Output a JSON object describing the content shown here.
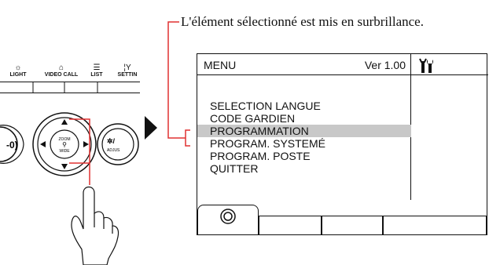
{
  "annotation": {
    "text": "L'élément sélectionné est mis en surbrillance."
  },
  "device": {
    "function_keys": [
      {
        "label": "LIGHT",
        "icon": "light-icon"
      },
      {
        "label": "VIDEO CALL",
        "icon": "video-call-icon"
      },
      {
        "label": "LIST",
        "icon": "list-icon"
      },
      {
        "label": "SETTIN",
        "icon": "settings-icon"
      }
    ],
    "dial": {
      "center_top": "ZOOM",
      "center_bottom": "WIDE"
    },
    "right_key": {
      "top": "✲/",
      "bottom": "ADJUS"
    }
  },
  "screen": {
    "title": "MENU",
    "version": "Ver 1.00",
    "items": [
      {
        "label": "SELECTION LANGUE",
        "selected": false
      },
      {
        "label": "CODE GARDIEN",
        "selected": false
      },
      {
        "label": "PROGRAMMATION",
        "selected": true
      },
      {
        "label": "PROGRAM. SYSTEMÉ",
        "selected": false
      },
      {
        "label": "PROGRAM. POSTE",
        "selected": false
      },
      {
        "label": "QUITTER",
        "selected": false
      }
    ],
    "icons": {
      "settings": "tools-icon",
      "ok": "circle-ok-icon"
    },
    "highlight_color": "#c8c8c8"
  },
  "colors": {
    "callout_line": "#e03030",
    "ink": "#111111"
  }
}
